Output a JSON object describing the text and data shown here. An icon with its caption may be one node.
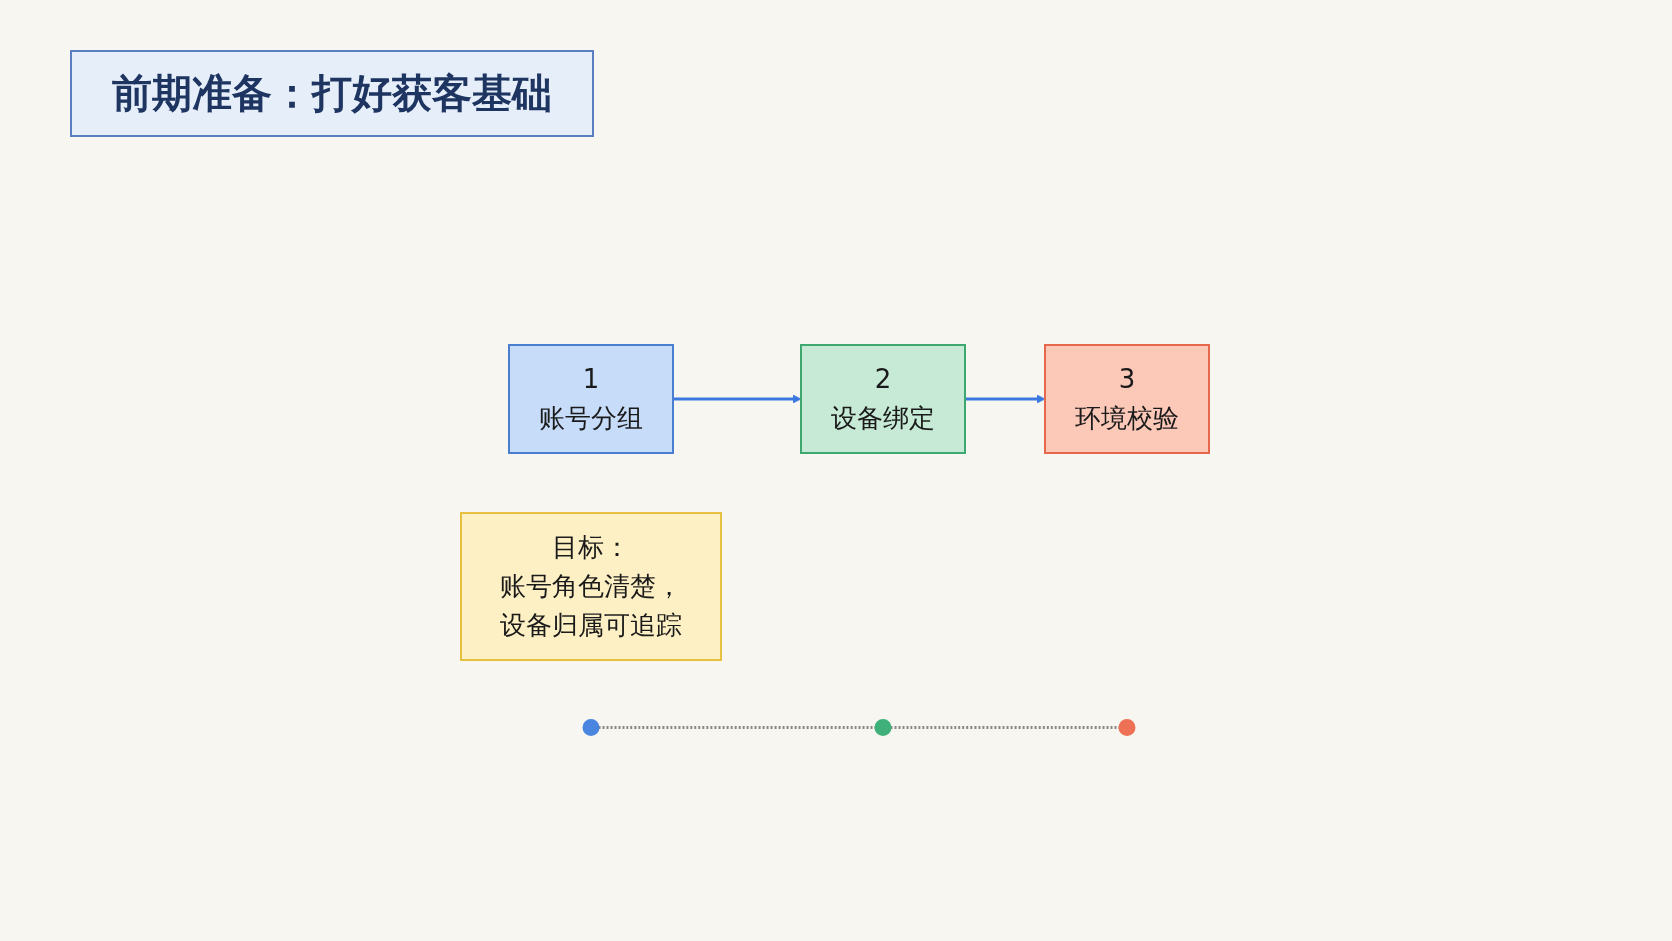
{
  "diagram": {
    "title": "前期准备：打好获客基础",
    "nodes": [
      {
        "text": [
          "1",
          "账号分组"
        ]
      },
      {
        "text": [
          "2",
          "设备绑定"
        ]
      },
      {
        "text": [
          "3",
          "环境校验"
        ]
      },
      {
        "text": [
          "目标：",
          "账号角色清楚，设备归属可追踪"
        ]
      },
      {
        "text": [],
        "shape": "circle"
      },
      {
        "text": [],
        "shape": "circle"
      },
      {
        "text": [],
        "shape": "circle"
      }
    ],
    "edges": [
      {
        "from": 0,
        "to": 1,
        "arrow": "to"
      },
      {
        "from": 1,
        "to": 2,
        "arrow": "to"
      },
      {
        "from": 4,
        "to": 5,
        "arrow": "none",
        "style": "dashed"
      },
      {
        "from": 5,
        "to": 6,
        "arrow": "none",
        "style": "dashed"
      }
    ]
  }
}
